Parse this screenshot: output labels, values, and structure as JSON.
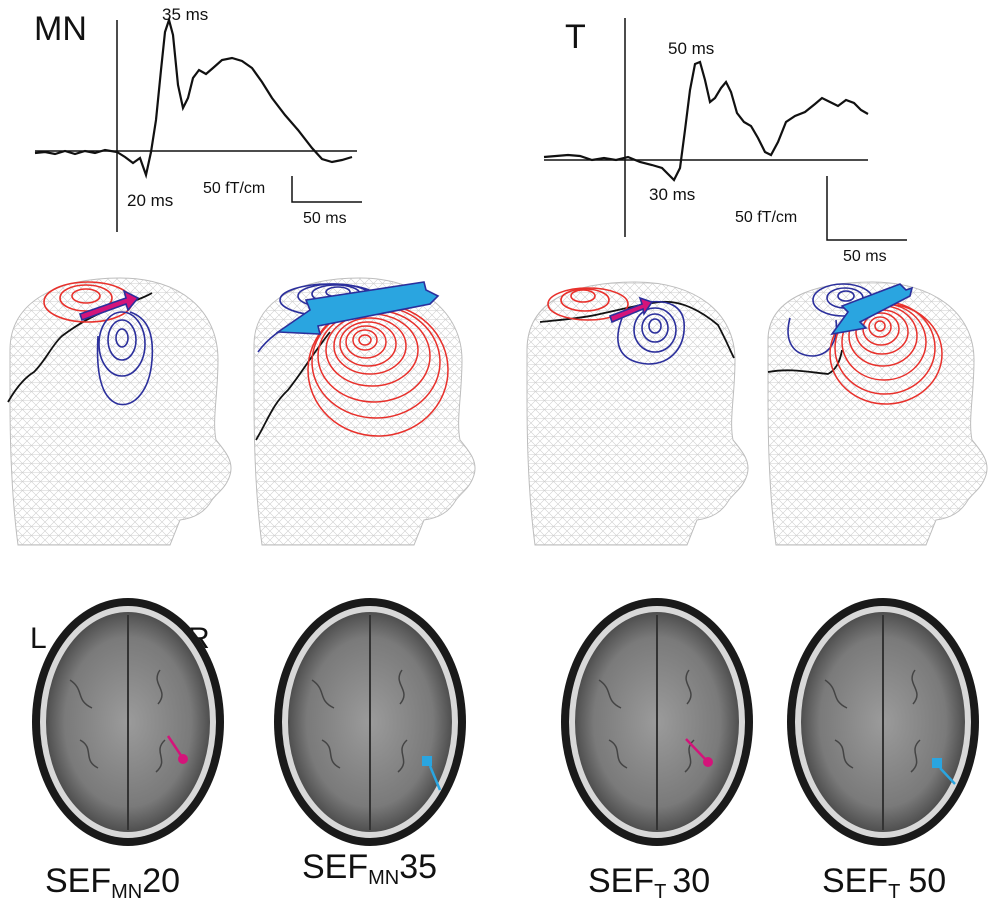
{
  "panels": {
    "mn": {
      "label": "MN",
      "peak_late": "35 ms",
      "peak_early": "20 ms",
      "scale_amp": "50 fT/cm",
      "scale_time": "50 ms"
    },
    "t": {
      "label": "T",
      "peak_late": "50 ms",
      "peak_early": "30 ms",
      "scale_amp": "50 fT/cm",
      "scale_time": "50 ms"
    }
  },
  "orientation": {
    "left": "L",
    "right": "R"
  },
  "mri_labels": [
    {
      "base": "SEF",
      "sub": "MN",
      "num": "20"
    },
    {
      "base": "SEF",
      "sub": "MN",
      "num": "35"
    },
    {
      "base": "SEF",
      "sub": "T",
      "num": "30"
    },
    {
      "base": "SEF",
      "sub": "T",
      "num": "50"
    }
  ],
  "colors": {
    "trace": "#111111",
    "positive": "#e8302b",
    "negative": "#2b2f9c",
    "dipole_early": "#d4147a",
    "dipole_late": "#2aa5e0",
    "mesh": "#c9c9c9"
  }
}
